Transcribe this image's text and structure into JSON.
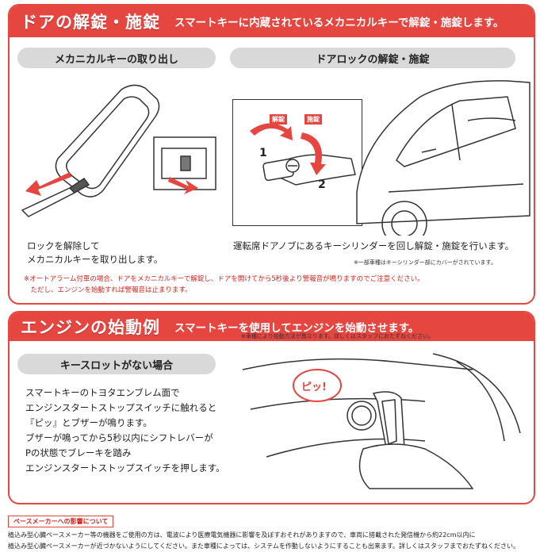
{
  "door": {
    "title": "ドアの解錠・施錠",
    "subtitle": "スマートキーに内蔵されているメカニカルキーで解錠・施錠します。",
    "left_pill": "メカニカルキーの取り出し",
    "right_pill": "ドアロックの解錠・施錠",
    "left_text": "ロックを解除して\nメカニカルキーを取り出します。",
    "right_text": "運転席ドアノブにあるキーシリンダーを回し解錠・施錠を行います。",
    "right_note": "※一部車種はキーシリンダー部にカバーがされています。",
    "unlock_label": "解錠",
    "lock_label": "施錠",
    "step1": "1",
    "step2": "2",
    "warning": "※オートアラーム付車の場合、ドアをメカニカルキーで解錠し、ドアを開けてから5秒後より警報音が鳴りますのでご注意ください。\n　ただし、エンジンを始動すれば警報音は止まります。"
  },
  "engine": {
    "title": "エンジンの始動例",
    "subtitle": "スマートキーを使用してエンジンを始動させます。",
    "note": "※車種により始動方法が異なります。詳しくはスタッフにおたずねください。",
    "pill": "キースロットがない場合",
    "text": "スマートキーのトヨタエンブレム面で\nエンジンスタートストップスイッチに触れると\n『ピッ』とブザーが鳴ります。\nブザーが鳴ってから5秒以内にシフトレバーが\nPの状態でブレーキを踏み\nエンジンスタートストップスイッチを押します。",
    "beep": "ピッ!"
  },
  "pacemaker": {
    "label": "ペースメーカーへの影響について",
    "text": "植込み型心臓ペースメーカー等の機器をご使用の方は、電波により医療電気機器に影響を及ぼすおそれがありますので、車両に搭載された発信機から約22cm以内に\n植込み型心臓ペースメーカーが近づかないようにしてください。また車種によっては、システムを作動しないようにすることも出来ます。詳しくはスタッフまでおたずねください。"
  },
  "colors": {
    "accent": "#e5463f",
    "pill": "#d9d9d9",
    "warning": "#d7231c"
  }
}
